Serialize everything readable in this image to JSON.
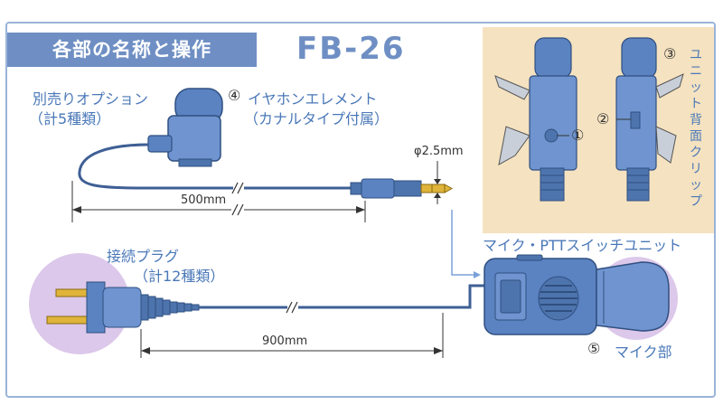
{
  "header": {
    "title": "各部の名称と操作",
    "model": "FB-26"
  },
  "earphone": {
    "sold_separately": "別売りオプション",
    "count": "（計5種類）",
    "element_number": "④",
    "element_name": "イヤホンエレメント",
    "element_note": "（カナルタイプ付属）",
    "plug_size": "φ2.5mm",
    "cable_length": "500mm"
  },
  "connector": {
    "name": "接続プラグ",
    "count": "（計12種類）",
    "cable_length": "900mm"
  },
  "switch_unit": {
    "name": "マイク・PTTスイッチユニット",
    "mic_number": "⑤",
    "mic_label": "マイク部"
  },
  "clip_panel": {
    "callout_1": "①",
    "callout_2": "②",
    "callout_3": "③",
    "clip_label_chars": [
      "ユ",
      "ニ",
      "ッ",
      "ト",
      "背",
      "面",
      "ク",
      "リ",
      "ッ",
      "プ"
    ]
  },
  "colors": {
    "accent": "#6f8fc4",
    "label_blue": "#4a78b8",
    "device_blue": "#5b83c2",
    "clip_panel_bg": "#f5e2c0",
    "mic_circle": "#dcc8ea",
    "plug_gold": "#e0b43a"
  }
}
